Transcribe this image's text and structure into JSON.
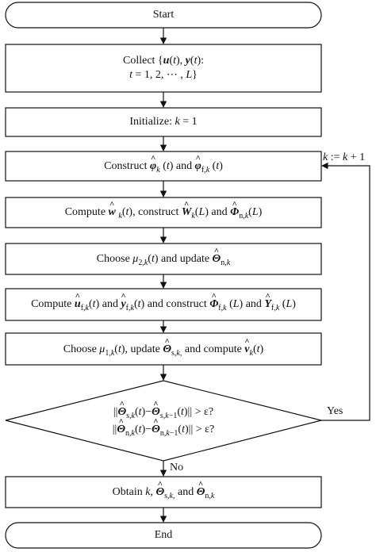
{
  "flowchart": {
    "start": "Start",
    "collect": {
      "line1": "Collect {u(t), y(t):",
      "line2": "t = 1, 2, ⋯ , L}"
    },
    "initialize": "Initialize: k = 1",
    "construct_phi": "Construct φ̂k (t) and φ̂f,k (t)",
    "compute_w": "Compute ŵ k(t), construct Ŵk(L) and Φ̂n,k(L)",
    "choose_mu2": "Choose μ2,k(t) and update Θ̂n,k",
    "compute_uf": "Compute ûf,k(t) and ŷf,k(t) and construct Φ̂f,k (L) and Ŷf,k (L)",
    "choose_mu1": "Choose μ1,k(t), update Θ̂s,k, and compute v̂k(t)",
    "decision": {
      "line1": "||Θ̂s,k(t)−Θ̂s,k−1(t)|| > ε?",
      "line2": "||Θ̂n,k(t)−Θ̂n,k−1(t)|| > ε?"
    },
    "obtain": "Obtain k, Θ̂s,k, and Θ̂n,k",
    "end": "End",
    "loop_label": "k := k + 1",
    "yes_label": "Yes",
    "no_label": "No"
  }
}
